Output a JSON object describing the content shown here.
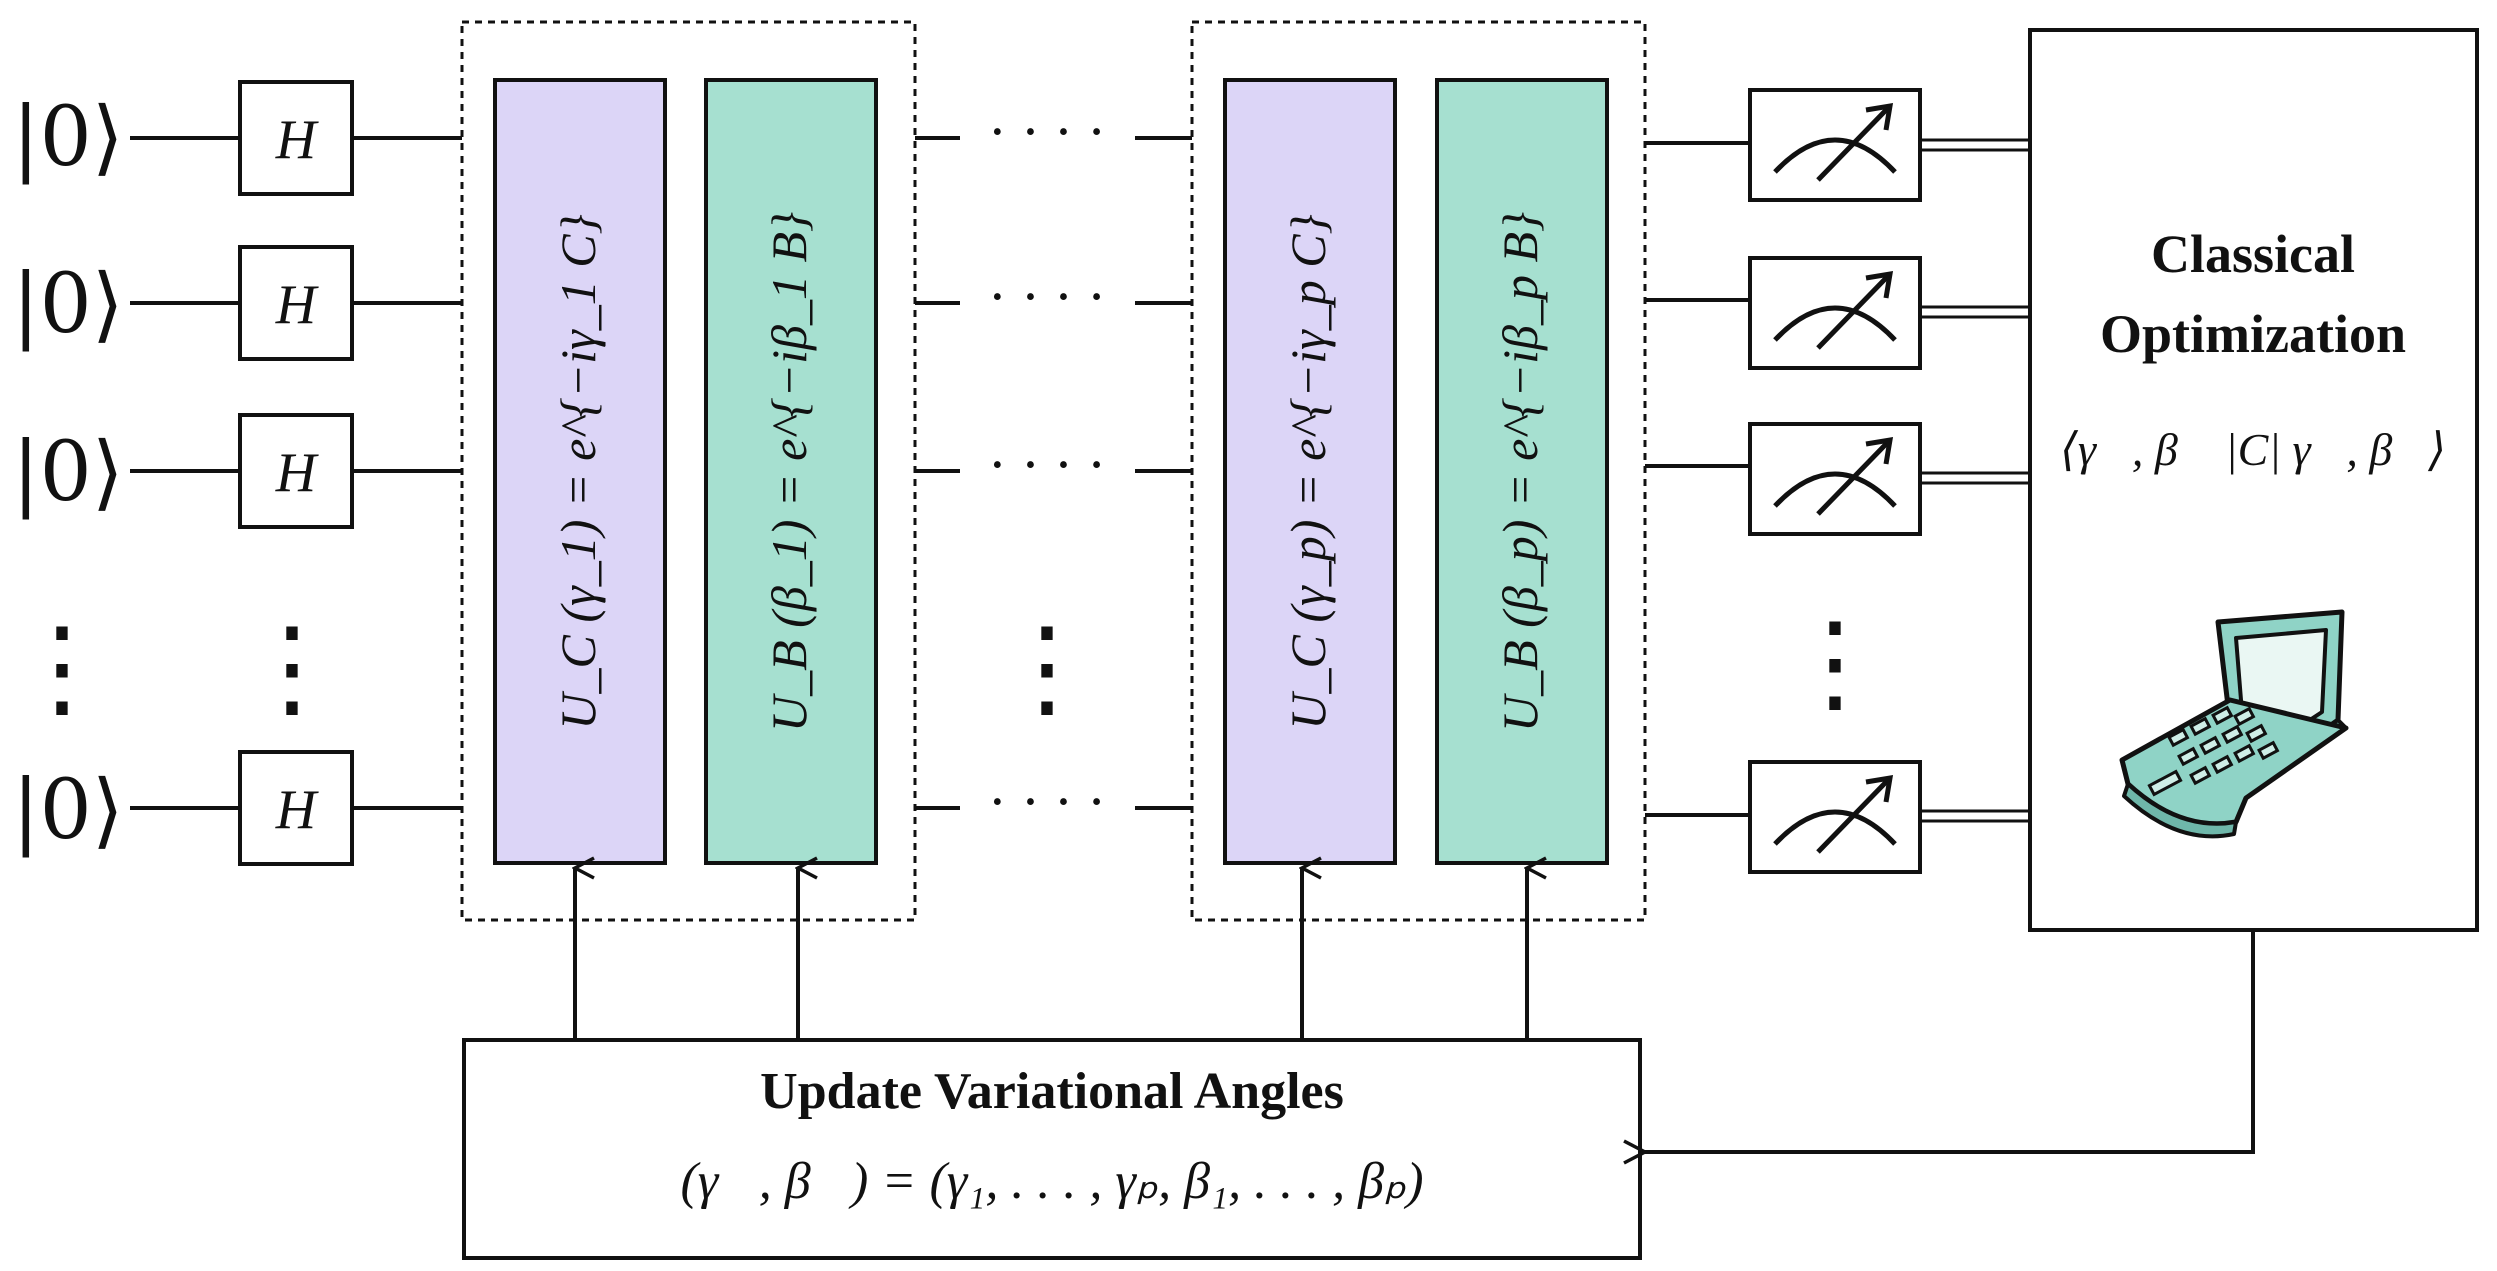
{
  "qubits": [
    {
      "state": "|0⟩",
      "gate": "H",
      "dots": "· · · ·"
    },
    {
      "state": "|0⟩",
      "gate": "H",
      "dots": "· · · ·"
    },
    {
      "state": "|0⟩",
      "gate": "H",
      "dots": "· · · ·"
    },
    {
      "state": "|0⟩",
      "gate": "H",
      "dots": "· · · ·"
    }
  ],
  "vdots": "⋮",
  "layers": [
    {
      "uc_label": "U_C (γ_1) = e^{−iγ_1 C}",
      "ub_label": "U_B (β_1) = e^{−iβ_1 B}"
    },
    {
      "uc_label": "U_C (γ_p) = e^{−iγ_p C}",
      "ub_label": "U_B (β_p) = e^{−iβ_p B}"
    }
  ],
  "classical": {
    "title_line1": "Classical",
    "title_line2": "Optimization",
    "expectation": "⟨γ⃗, β⃗ |C| γ⃗, β⃗⟩"
  },
  "update": {
    "title": "Update Variational Angles",
    "formula": "(γ⃗, β⃗) = (γ₁, . . . , γₚ, β₁, . . . , βₚ)"
  },
  "colors": {
    "uc_fill": "#dcd5f7",
    "ub_fill": "#a6e0d0",
    "laptop": "#8fd3c6",
    "line": "#111111"
  }
}
